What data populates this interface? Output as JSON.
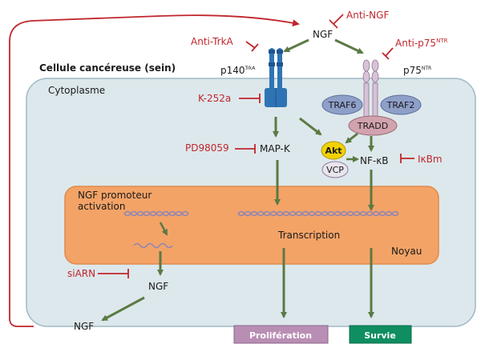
{
  "labels": {
    "ngf_top": "NGF",
    "anti_ngf": "Anti-NGF",
    "anti_trka": "Anti-TrkA",
    "anti_p75": "Anti-p75",
    "anti_p75_sup": "NTR",
    "cell": "Cellule cancéreuse (sein)",
    "p140": "p140",
    "p140_sup": "TrkA",
    "p75": "p75",
    "p75_sup": "NTR",
    "cytoplasm": "Cytoplasme",
    "k252a": "K-252a",
    "traf6": "TRAF6",
    "traf2": "TRAF2",
    "tradd": "TRADD",
    "pd98059": "PD98059",
    "mapk": "MAP-K",
    "akt": "Akt",
    "vcp": "VCP",
    "nfkb": "NF-κB",
    "ikbm": "IκBm",
    "ngf_promoter_1": "NGF promoteur",
    "ngf_promoter_2": "activation",
    "transcription": "Transcription",
    "noyau": "Noyau",
    "siarn": "siARN",
    "ngf_mid": "NGF",
    "ngf_out": "NGF",
    "proliferation": "Prolifération",
    "survie": "Survie"
  },
  "colors": {
    "arrow_green": "#5b7a43",
    "inhibitor_red": "#c0262d",
    "cytoplasm_fill": "#dde8ec",
    "cytoplasm_stroke": "#9fb9c4",
    "nucleus_fill": "#f4a367",
    "nucleus_stroke": "#e08a4a",
    "receptor_blue": "#2e74b5",
    "traf_fill": "#8e9fc9",
    "tradd_fill": "#d2a3ae",
    "akt_fill": "#f2d200",
    "vcp_fill": "#e9e5ee",
    "proliferation_fill": "#b98eb4",
    "survie_fill": "#0f8e61",
    "dna_color": "#8b85b8"
  }
}
